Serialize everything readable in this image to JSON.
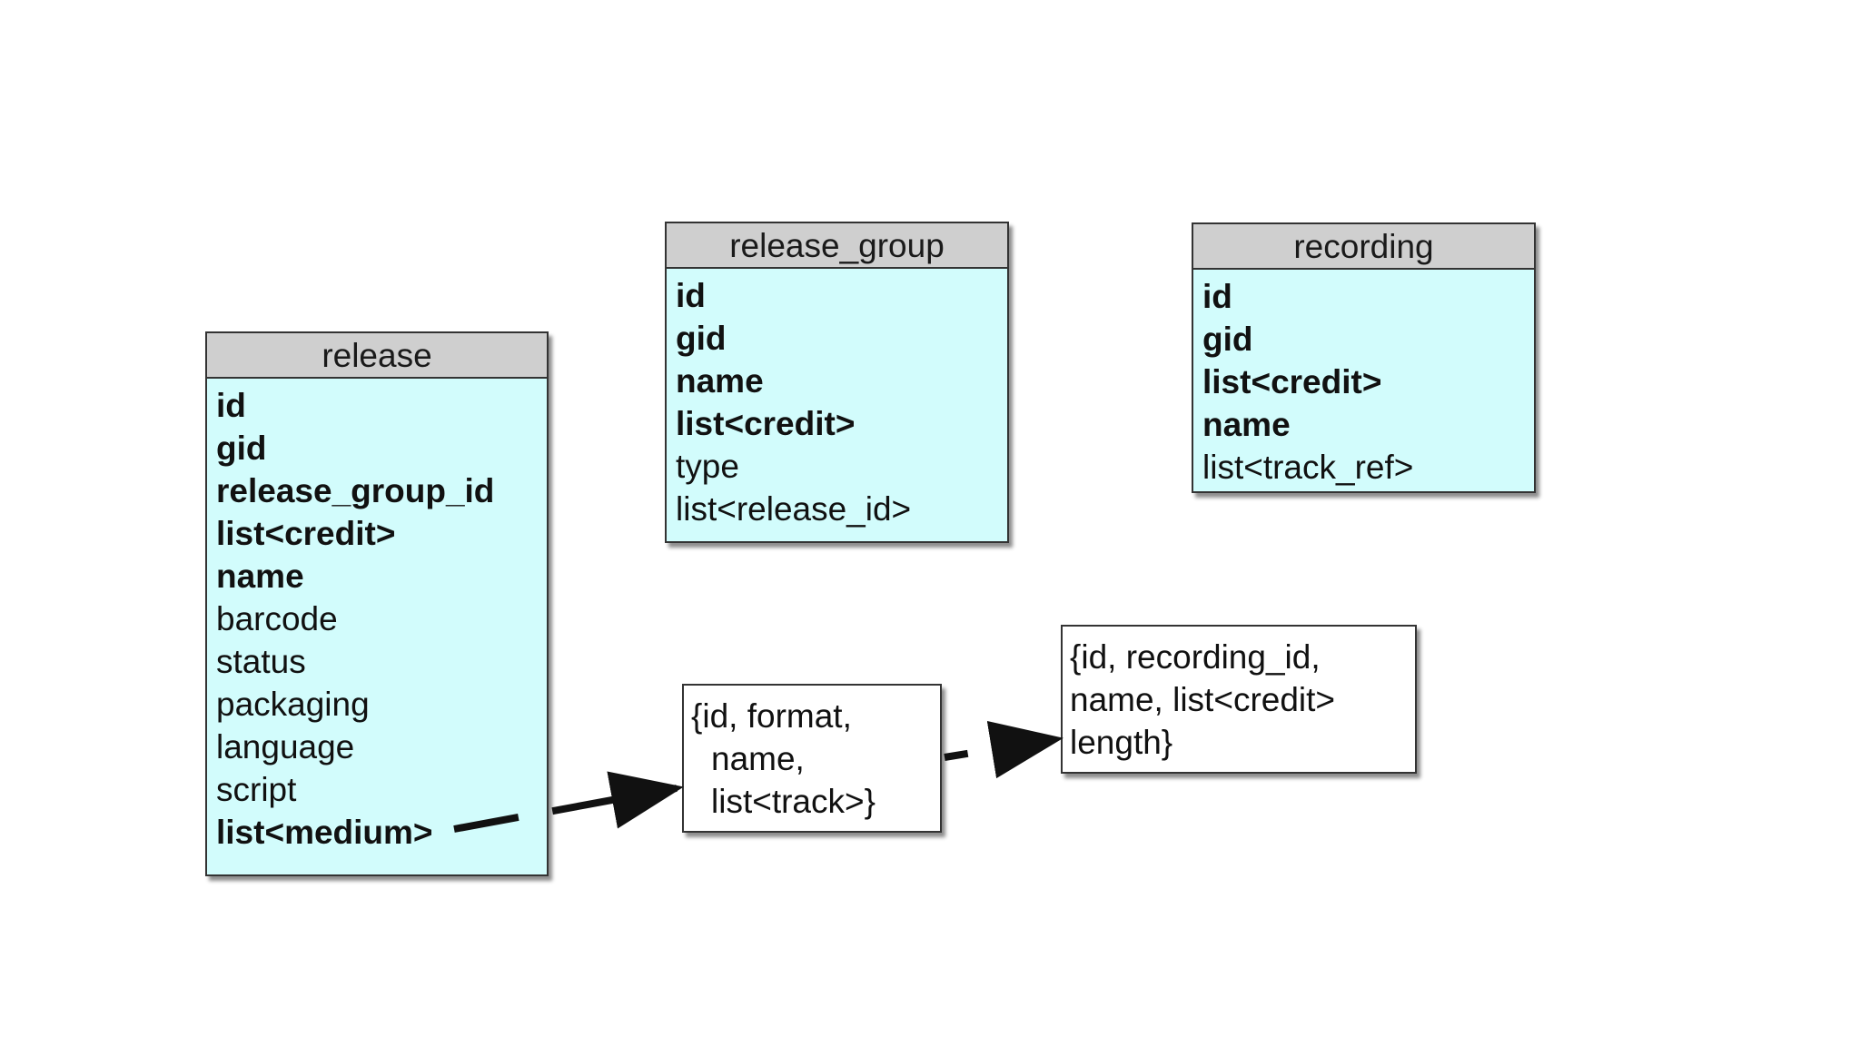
{
  "entities": {
    "release": {
      "title": "release",
      "fields": [
        {
          "label": "id",
          "bold": true
        },
        {
          "label": "gid",
          "bold": true
        },
        {
          "label": "release_group_id",
          "bold": true
        },
        {
          "label": "list<credit>",
          "bold": true
        },
        {
          "label": "name",
          "bold": true
        },
        {
          "label": "barcode",
          "bold": false
        },
        {
          "label": "status",
          "bold": false
        },
        {
          "label": "packaging",
          "bold": false
        },
        {
          "label": "language",
          "bold": false
        },
        {
          "label": "script",
          "bold": false
        },
        {
          "label": "list<medium>",
          "bold": true
        }
      ]
    },
    "release_group": {
      "title": "release_group",
      "fields": [
        {
          "label": "id",
          "bold": true
        },
        {
          "label": "gid",
          "bold": true
        },
        {
          "label": "name",
          "bold": true
        },
        {
          "label": "list<credit>",
          "bold": true
        },
        {
          "label": "type",
          "bold": false
        },
        {
          "label": "list<release_id>",
          "bold": false
        }
      ]
    },
    "recording": {
      "title": "recording",
      "fields": [
        {
          "label": "id",
          "bold": true
        },
        {
          "label": "gid",
          "bold": true
        },
        {
          "label": "list<credit>",
          "bold": true
        },
        {
          "label": "name",
          "bold": true
        },
        {
          "label": "list<track_ref>",
          "bold": false
        }
      ]
    }
  },
  "structs": {
    "medium": {
      "lines": [
        "{id, format,",
        "name,",
        "list<track>}"
      ]
    },
    "track": {
      "lines": [
        "{id, recording_id,",
        "name, list<credit>",
        "length}"
      ]
    }
  },
  "colors": {
    "entity_body": "#d2fcfc",
    "entity_header": "#cfcfcf",
    "border": "#333333",
    "arrow": "#111111"
  }
}
